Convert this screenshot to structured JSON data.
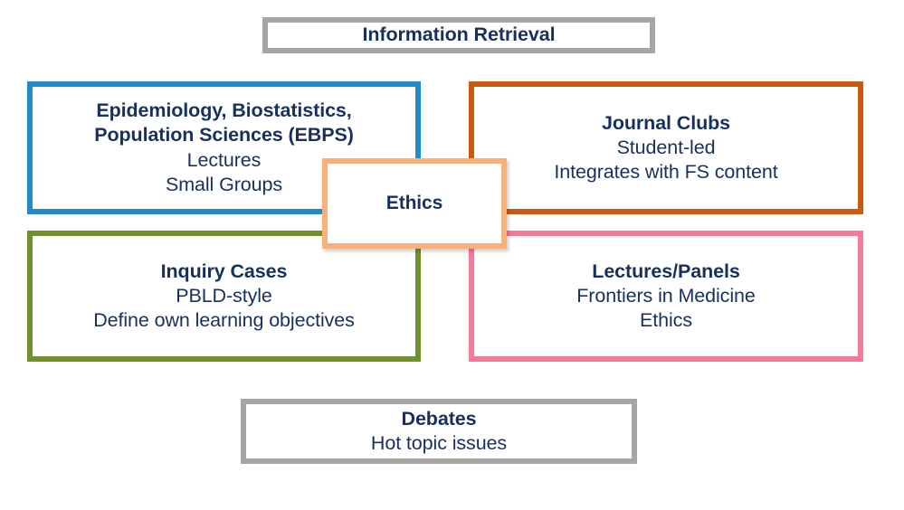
{
  "diagram": {
    "palette": {
      "text": "#18315C",
      "gray": "#A6A6A6",
      "blue": "#2189CC",
      "brown": "#C85A11",
      "green": "#6F912A",
      "pink": "#F4799B",
      "peach": "#F8B17A",
      "background": "#FFFFFF"
    },
    "center": {
      "title": "Ethics"
    },
    "top_banner": {
      "title": "Information Retrieval"
    },
    "bottom_banner": {
      "title": "Debates",
      "lines": [
        "Hot topic issues"
      ]
    },
    "quadrants": [
      {
        "id": "ebps",
        "title_lines": [
          "Epidemiology, Biostatistics,",
          "Population Sciences (EBPS)"
        ],
        "lines": [
          "Lectures",
          "Small Groups"
        ],
        "color": "#2189CC"
      },
      {
        "id": "journal-clubs",
        "title_lines": [
          "Journal Clubs"
        ],
        "lines": [
          "Student-led",
          "Integrates with FS content"
        ],
        "color": "#C85A11"
      },
      {
        "id": "inquiry-cases",
        "title_lines": [
          "Inquiry Cases"
        ],
        "lines": [
          "PBLD-style",
          "Define own learning objectives"
        ],
        "color": "#6F912A"
      },
      {
        "id": "lectures-panels",
        "title_lines": [
          "Lectures/Panels"
        ],
        "lines": [
          "Frontiers in Medicine",
          "Ethics"
        ],
        "color": "#F4799B"
      }
    ]
  }
}
